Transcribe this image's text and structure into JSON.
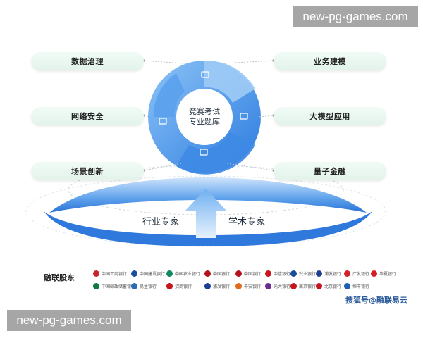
{
  "watermark_top": "new-pg-games.com",
  "watermark_bottom": "new-pg-games.com",
  "left_items": [
    "数据治理",
    "网络安全",
    "场景创新"
  ],
  "right_items": [
    "业务建模",
    "大模型应用",
    "量子金融"
  ],
  "center": {
    "line1": "竞赛考试",
    "line2": "专业题库"
  },
  "arrow_labels": {
    "left": "行业专家",
    "right": "学术专家"
  },
  "partners_title": "融联股东",
  "partners_row1": [
    "中国工商银行",
    "中国建设银行",
    "中国农业银行",
    "中国银行",
    "中国银行",
    "中信银行",
    "兴业银行",
    "浦发银行",
    "广发银行",
    "华夏银行"
  ],
  "partners_row2": [
    "中国邮政储蓄银行",
    "民生银行",
    "招商银行",
    "浦发银行",
    "平安银行",
    "光大银行",
    "南京银行",
    "北京银行",
    "恒丰银行"
  ],
  "credit": "搜狐号@融联易云",
  "colors": {
    "ring_dark": "#2f7fe0",
    "ring_light": "#79b6f3",
    "arch": "#3f8ee6",
    "pill": "#e6f5ee"
  }
}
